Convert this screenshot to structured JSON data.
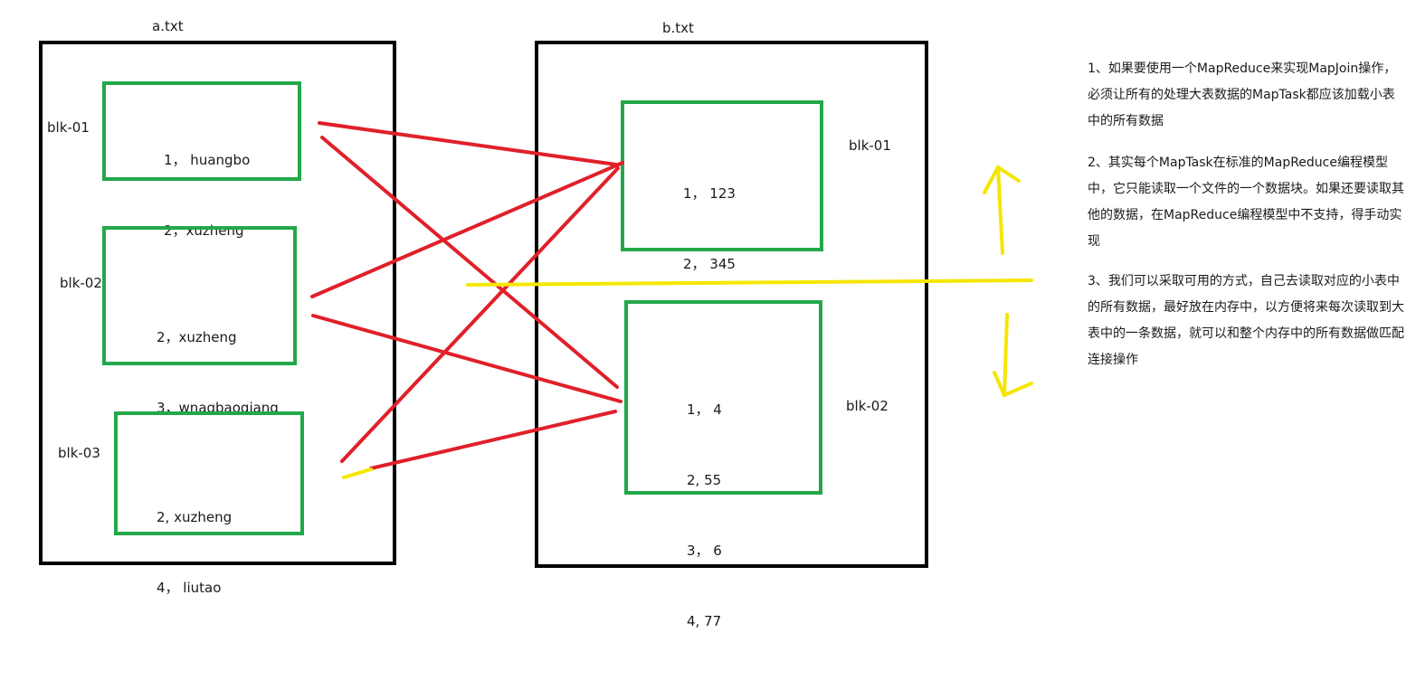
{
  "files": {
    "a": {
      "name": "a.txt",
      "blocks": [
        {
          "label": "blk-01",
          "lines": [
            "1， huangbo",
            "2，xuzheng"
          ]
        },
        {
          "label": "blk-02",
          "lines": [
            "2，xuzheng",
            "3，wnagbaoqiang"
          ]
        },
        {
          "label": "blk-03",
          "lines": [
            "2, xuzheng",
            "4， liutao"
          ]
        }
      ]
    },
    "b": {
      "name": "b.txt",
      "blocks": [
        {
          "label": "blk-01",
          "lines": [
            "1， 123",
            "2， 345"
          ]
        },
        {
          "label": "blk-02",
          "lines": [
            "1， 4",
            "2, 55",
            "3， 6",
            "4, 77"
          ]
        }
      ]
    }
  },
  "notes": [
    "1、如果要使用一个MapReduce来实现MapJoin操作，必须让所有的处理大表数据的MapTask都应该加载小表中的所有数据",
    "2、其实每个MapTask在标准的MapReduce编程模型中，它只能读取一个文件的一个数据块。如果还要读取其他的数据，在MapReduce编程模型中不支持，得手动实现",
    "3、我们可以采取可用的方式，自己去读取对应的小表中的所有数据，最好放在内存中，以方便将来每次读取到大表中的一条数据，就可以和整个内存中的所有数据做匹配连接操作"
  ],
  "colors": {
    "file_border": "#000000",
    "block_border": "#22a84a",
    "join_line": "#e0202a",
    "divider": "#f5e600"
  }
}
